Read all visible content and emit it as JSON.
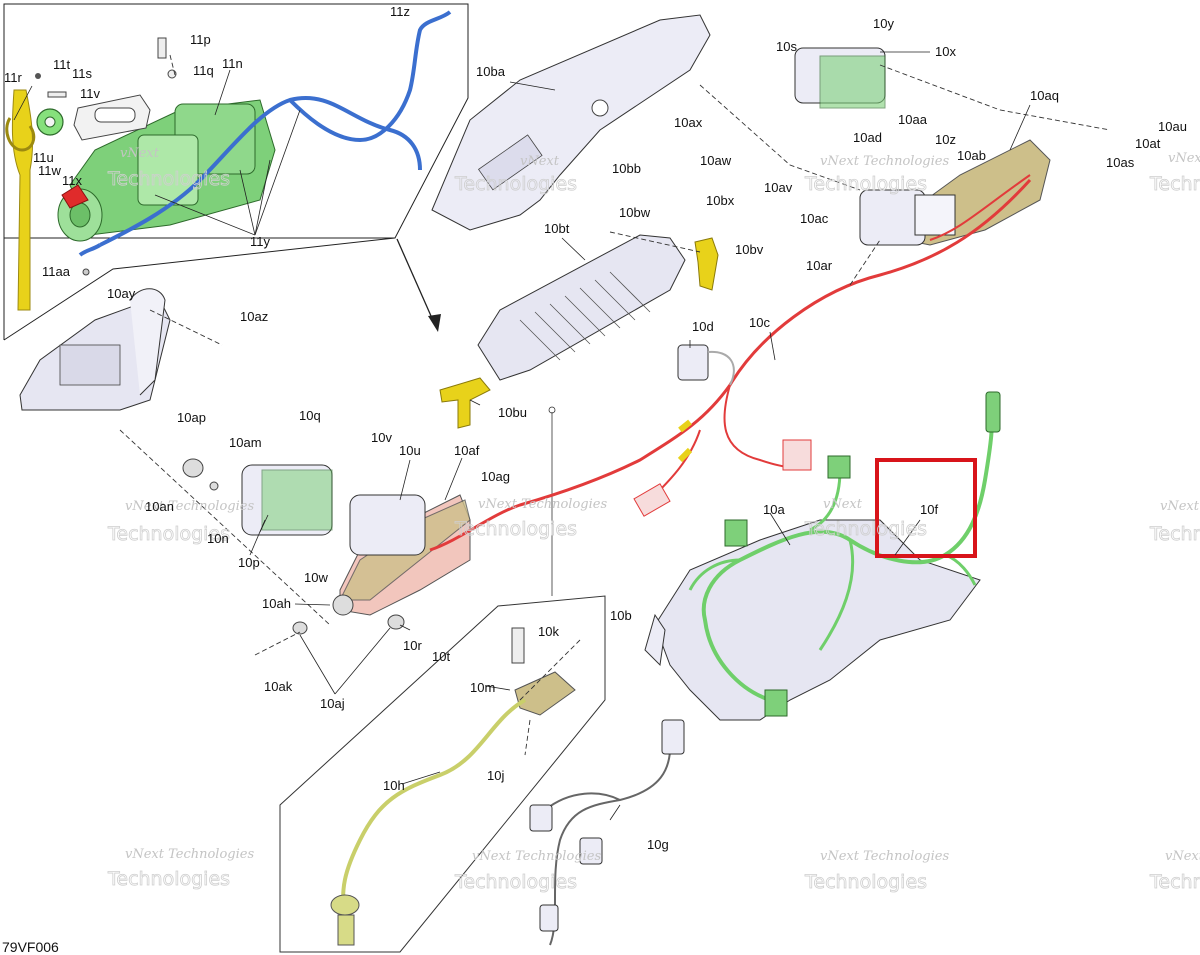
{
  "diagram": {
    "code": "79VF006",
    "highlight_color": "#d8141a",
    "colors": {
      "winch_green": "#7ed07a",
      "harness_blue": "#3b6fcf",
      "harness_red": "#e23b3b",
      "harness_green": "#6fcf6a",
      "bracket_yellow": "#e8d21a",
      "plate_tan": "#cdbf8a",
      "plate_pink": "#f2c6bd",
      "part_lavender": "#e6e6f2"
    },
    "watermark": {
      "line1": "vNext",
      "line2": "Technologies",
      "full": "vNext Technologies"
    },
    "labels": {
      "l11z": "11z",
      "l11p": "11p",
      "l11t": "11t",
      "l11q": "11q",
      "l11n": "11n",
      "l11r": "11r",
      "l11s": "11s",
      "l11v": "11v",
      "l11u": "11u",
      "l11w": "11w",
      "l11x": "11x",
      "l11y": "11y",
      "l11aa": "11aa",
      "l10ba": "10ba",
      "l10bb": "10bb",
      "l10y": "10y",
      "l10s": "10s",
      "l10x": "10x",
      "l10aq": "10aq",
      "l10ax": "10ax",
      "l10ad": "10ad",
      "l10aa": "10aa",
      "l10au": "10au",
      "l10at": "10at",
      "l10z": "10z",
      "l10aw": "10aw",
      "l10ab": "10ab",
      "l10as": "10as",
      "l10av": "10av",
      "l10bw": "10bw",
      "l10bx": "10bx",
      "l10ac": "10ac",
      "l10bv": "10bv",
      "l10bt": "10bt",
      "l10ar": "10ar",
      "l10ay": "10ay",
      "l10az": "10az",
      "l10d": "10d",
      "l10c": "10c",
      "l10bu": "10bu",
      "l10ap": "10ap",
      "l10q": "10q",
      "l10am": "10am",
      "l10v": "10v",
      "l10u": "10u",
      "l10af": "10af",
      "l10ag": "10ag",
      "l10an": "10an",
      "l10a": "10a",
      "l10f": "10f",
      "l10n": "10n",
      "l10p": "10p",
      "l10w": "10w",
      "l10ah": "10ah",
      "l10k": "10k",
      "l10b": "10b",
      "l10r": "10r",
      "l10t": "10t",
      "l10ak": "10ak",
      "l10aj": "10aj",
      "l10m": "10m",
      "l10j": "10j",
      "l10h": "10h",
      "l10g": "10g"
    }
  }
}
